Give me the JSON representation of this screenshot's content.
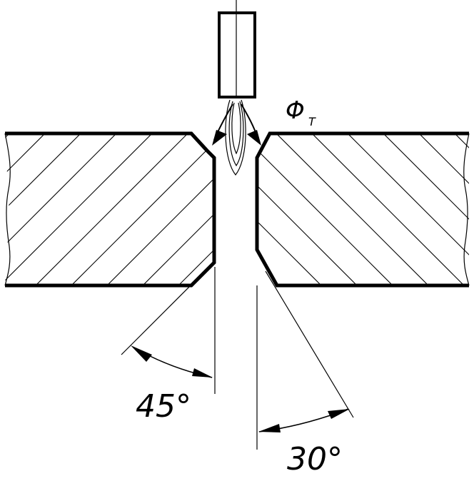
{
  "diagram": {
    "heat_source_label": "Φ",
    "heat_source_subscript": "T",
    "left_bevel_angle": "45°",
    "right_bevel_angle": "30°"
  }
}
